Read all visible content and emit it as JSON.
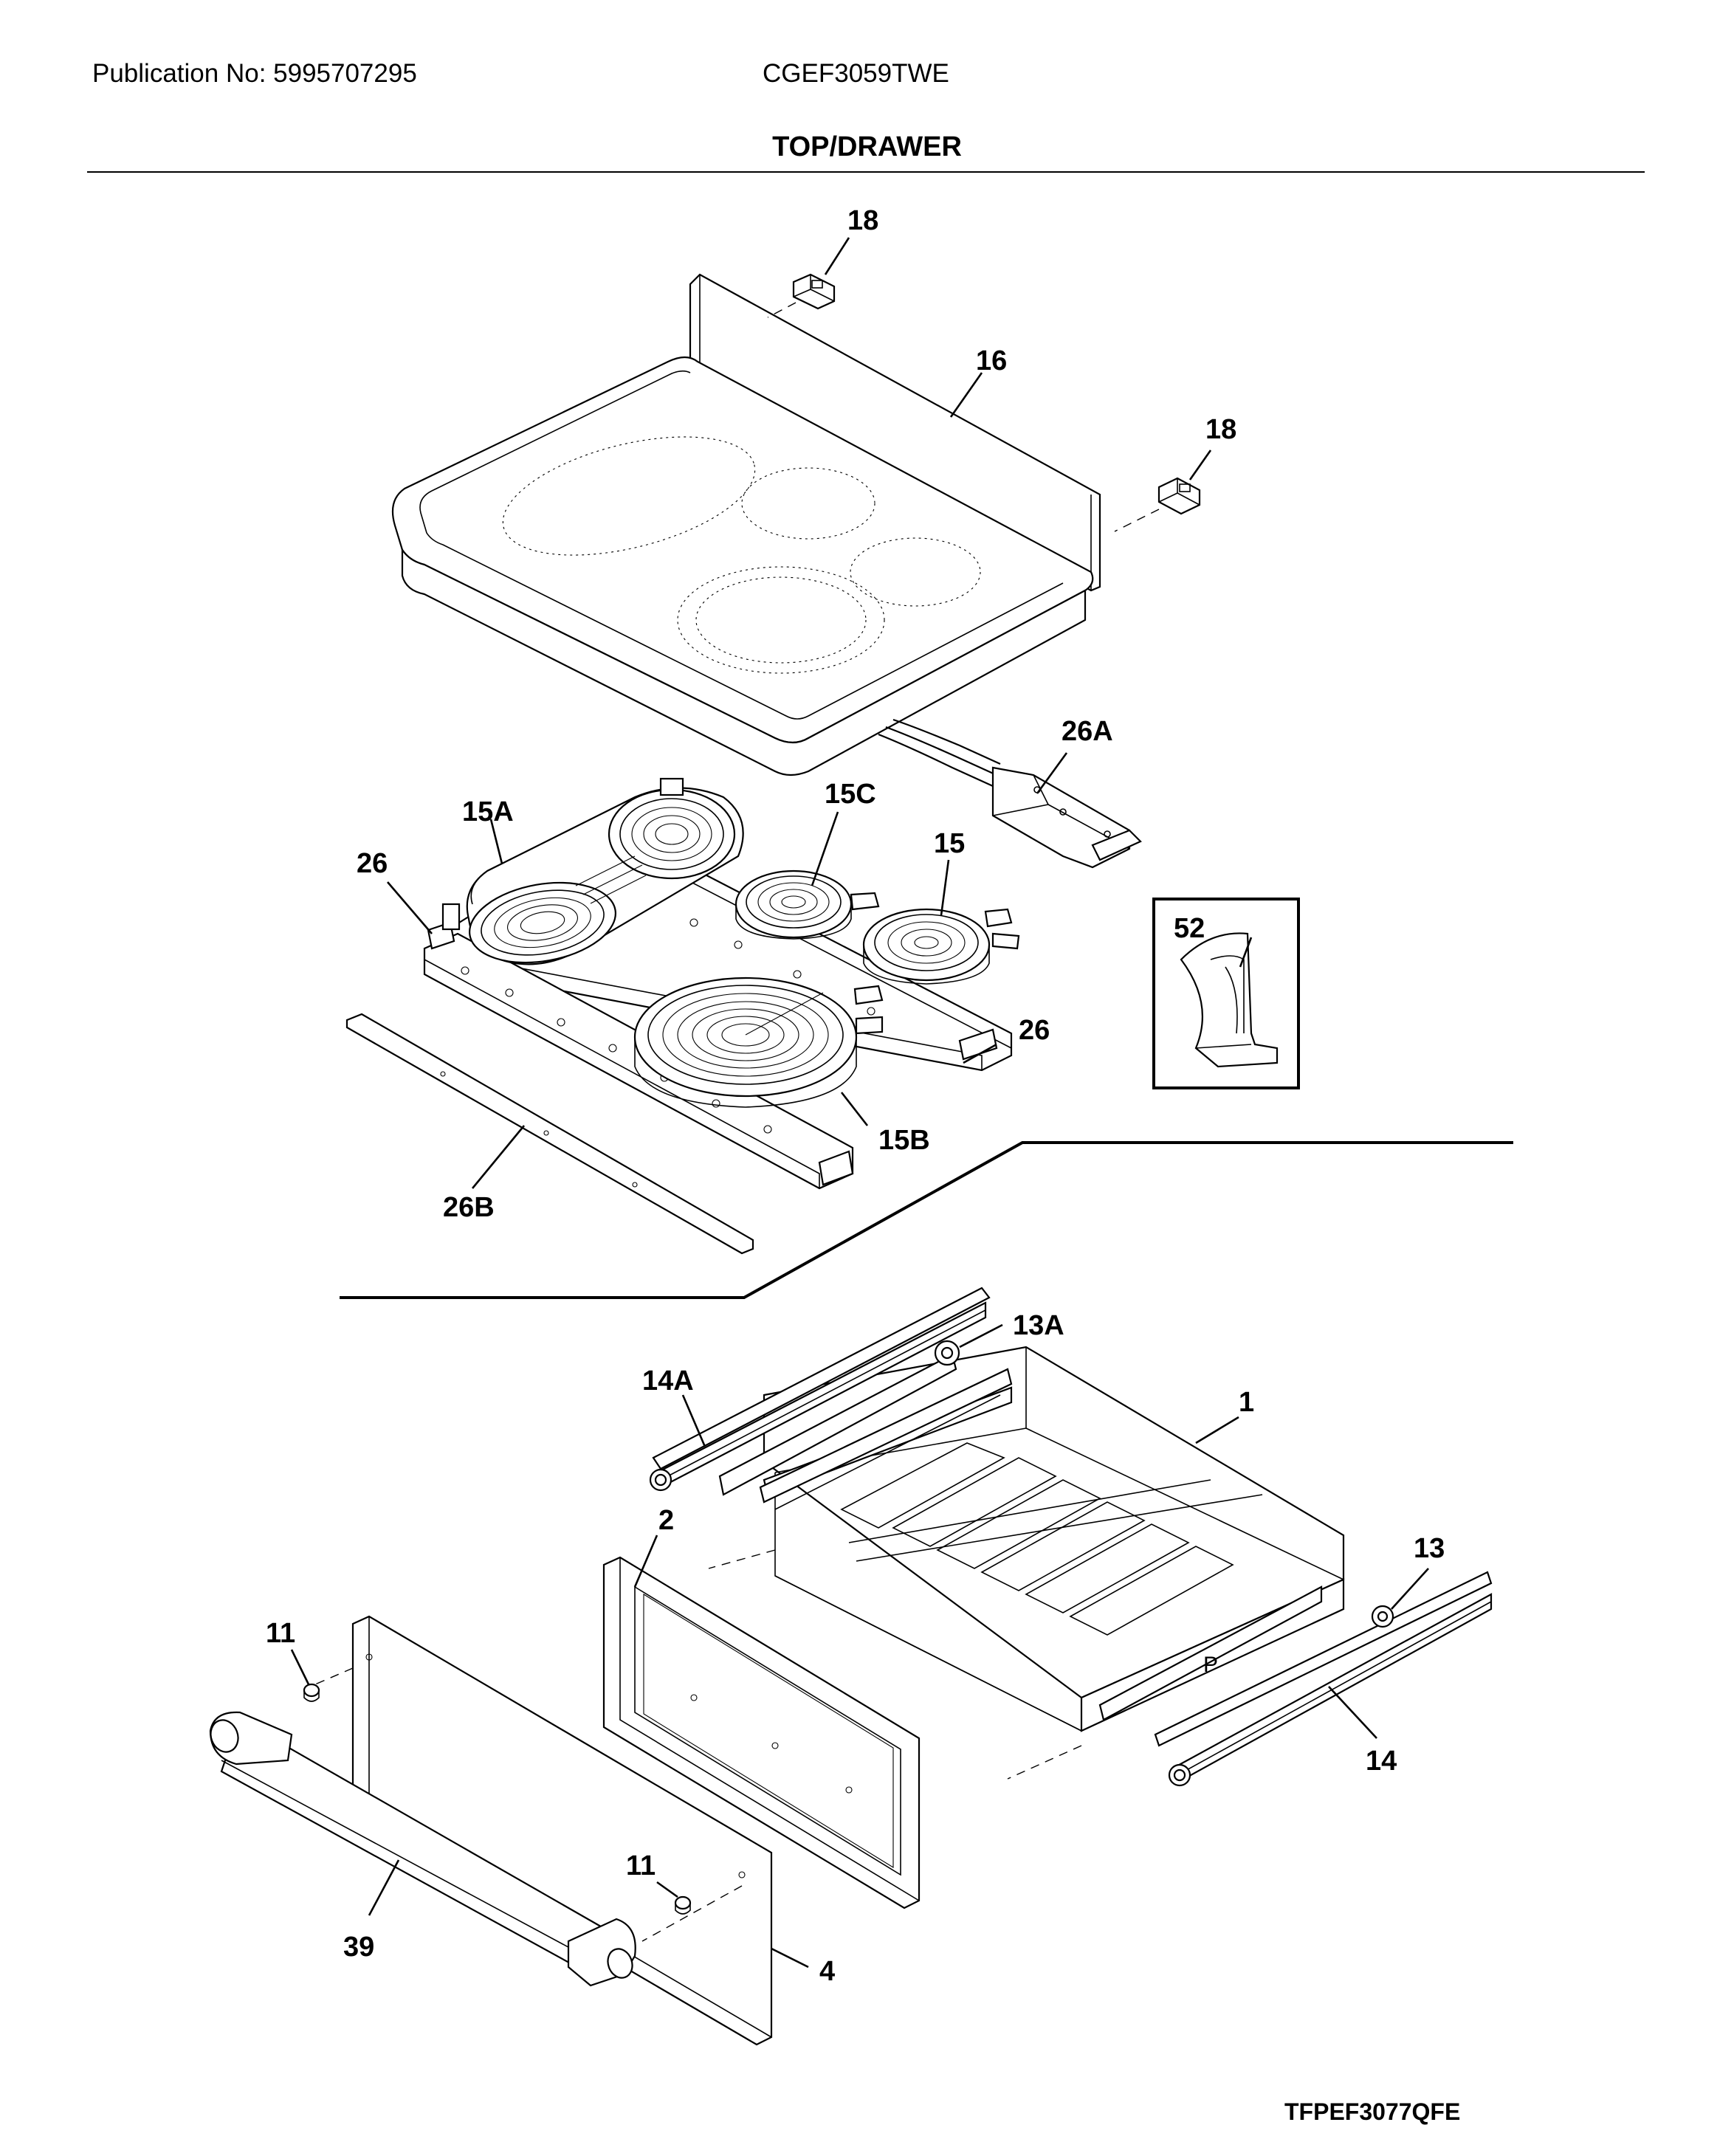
{
  "header": {
    "publication": "Publication No: 5995707295",
    "model": "CGEF3059TWE",
    "section_title": "TOP/DRAWER"
  },
  "footer": {
    "diagram_code": "TFPEF3077QFE"
  },
  "callouts": {
    "p1": "1",
    "p2": "2",
    "p4": "4",
    "p11_a": "11",
    "p11_b": "11",
    "p13": "13",
    "p13a": "13A",
    "p14": "14",
    "p14a": "14A",
    "p15": "15",
    "p15a": "15A",
    "p15b": "15B",
    "p15c": "15C",
    "p16": "16",
    "p18_a": "18",
    "p18_b": "18",
    "p26_a": "26",
    "p26_b": "26",
    "p26a": "26A",
    "p26b": "26B",
    "p39": "39",
    "p52": "52"
  }
}
